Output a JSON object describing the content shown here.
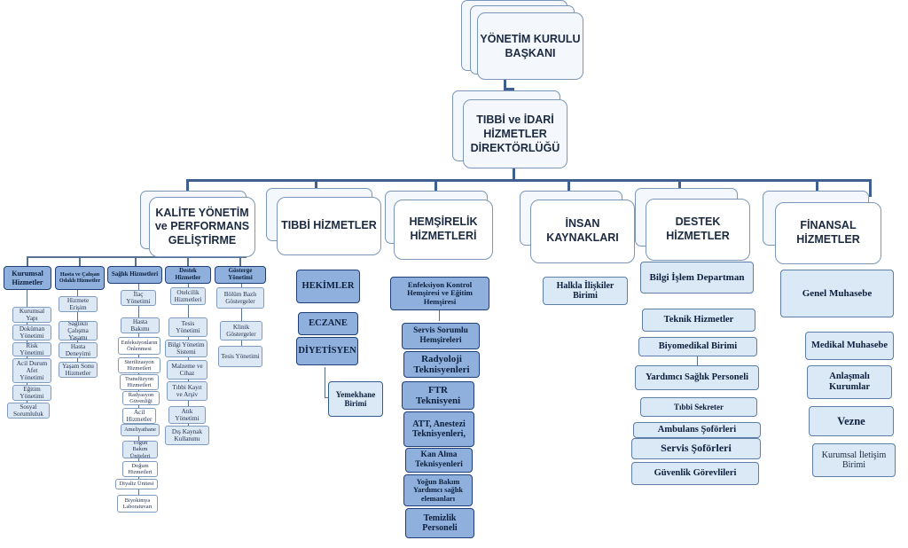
{
  "top": {
    "ceo": "YÖNETİM KURULU BAŞKANI",
    "director": "TIBBİ ve İDARİ HİZMETLER DİREKTÖRLÜĞÜ"
  },
  "departments": [
    {
      "label": "KALİTE YÖNETİM ve PERFORMANS GELİŞTİRME"
    },
    {
      "label": "TIBBİ HİZMETLER"
    },
    {
      "label": "HEMŞİRELİK HİZMETLERİ"
    },
    {
      "label": "İNSAN KAYNAKLARI"
    },
    {
      "label": "DESTEK HİZMETLER"
    },
    {
      "label": "FİNANSAL HİZMETLER"
    }
  ],
  "quality": {
    "groups": [
      "Kurumsal Hizmetler",
      "Hasta ve Çalışan Odaklı Hizmetler",
      "Sağlık Hizmetleri",
      "Destek Hizmetler",
      "Gösterge Yönetimi"
    ],
    "kurumsal": [
      "Kurumsal Yapı",
      "Doküman Yönetimi",
      "Risk Yönetimi",
      "Acil Durum Afet Yönetimi",
      "Eğitim Yönetimi",
      "Sosyal Sorumluluk"
    ],
    "hasta": [
      "Hizmete Erişim",
      "Sağlıklı Çalışma Yaşamı",
      "Hasta Deneyimi",
      "Yaşam Sonu Hizmetler"
    ],
    "saglik": [
      "İlaç Yönetimi",
      "Hasta Bakımı",
      "Enfeksiyonların Önlenmesi",
      "Sterilizasyon Hizmetleri",
      "Transfüzyon Hizmetleri",
      "Radyasyon Güvenliği",
      "Acil Hizmetler",
      "Ameliyathane",
      "Yoğun Bakım Üniteleri",
      "Doğum Hizmetleri",
      "Diyaliz Ünitesi",
      "Biyokimya Laboratuvarı"
    ],
    "destek": [
      "Otelcilik Hizmetleri",
      "Tesis Yönetimi",
      "Bilgi Yönetim Sistemi",
      "Malzeme ve Cihaz",
      "Tıbbi Kayıt ve Arşiv",
      "Atık Yönetimi",
      "Dış Kaynak Kullanımı"
    ],
    "gosterge": [
      "Bölüm Bazlı Göstergeler",
      "Klinik Göstergeler",
      "Tesis Yönetimi"
    ]
  },
  "tibbi": [
    "HEKİMLER",
    "ECZANE",
    "DİYETİSYEN",
    "Yemekhane Birimi"
  ],
  "hemsirelik": [
    "Enfeksiyon Kontrol Hemşiresi ve Eğitim Hemşiresi",
    "Servis Sorumlu Hemşireleri",
    "Radyoloji Teknisyenleri",
    "FTR Teknisyeni",
    "ATT, Anestezi Teknisyenleri,",
    "Kan Alma Teknisyenleri",
    "Yoğun Bakım Yardımcı sağlık elemanları",
    "Temizlik Personeli"
  ],
  "insan": [
    "Halkla İlişkiler Birimi"
  ],
  "destek": [
    "Bilgi İşlem Departman",
    "Teknik Hizmetler",
    "Biyomedikal Birimi",
    "Yardımcı Sağlık Personeli",
    "Tıbbi Sekreter",
    "Ambulans Şoförleri",
    "Servis Şoförleri",
    "Güvenlik Görevlileri"
  ],
  "finans": [
    "Genel Muhasebe",
    "Medikal Muhasebe",
    "Anlaşmalı Kurumlar",
    "Vezne",
    "Kurumsal İletişim Birimi"
  ],
  "colors": {
    "dark_box": "#8fb0dc",
    "light_box": "#dbe8f6",
    "border": "#1d3f75",
    "connector": "#3f5f8f"
  }
}
